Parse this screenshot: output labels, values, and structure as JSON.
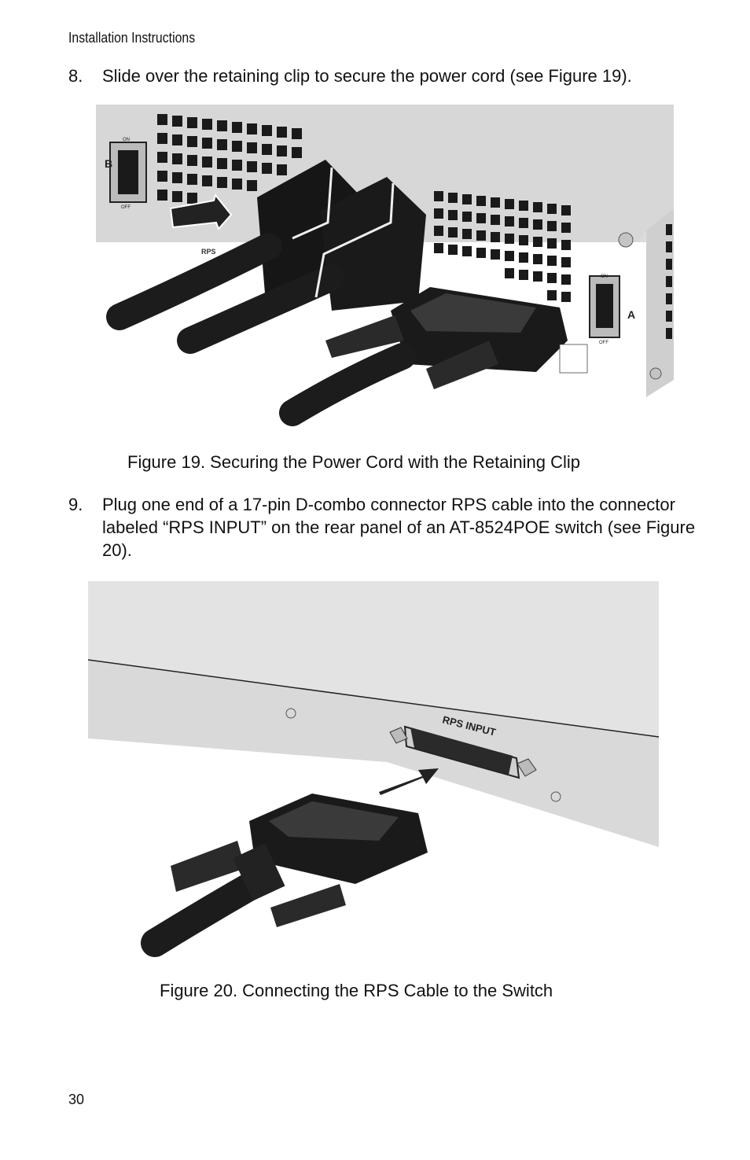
{
  "header": {
    "running_title": "Installation Instructions"
  },
  "steps": [
    {
      "number": "8.",
      "text": "Slide over the retaining clip to secure the power cord (see Figure 19)."
    },
    {
      "number": "9.",
      "text": "Plug one end of a 17-pin D-combo connector RPS cable into the connector labeled “RPS INPUT” on the rear panel of an AT-8524POE switch (see Figure 20)."
    }
  ],
  "figures": [
    {
      "caption": "Figure 19. Securing the Power Cord with the Retaining Clip",
      "labels": {
        "switch_b": "B",
        "switch_a": "A",
        "on": "ON",
        "off": "OFF",
        "rps": "RPS",
        "on_a": "ON",
        "off_a": "OFF"
      }
    },
    {
      "caption": "Figure 20. Connecting the RPS Cable to the Switch",
      "labels": {
        "rps_input": "RPS INPUT"
      }
    }
  ],
  "footer": {
    "page_number": "30"
  }
}
